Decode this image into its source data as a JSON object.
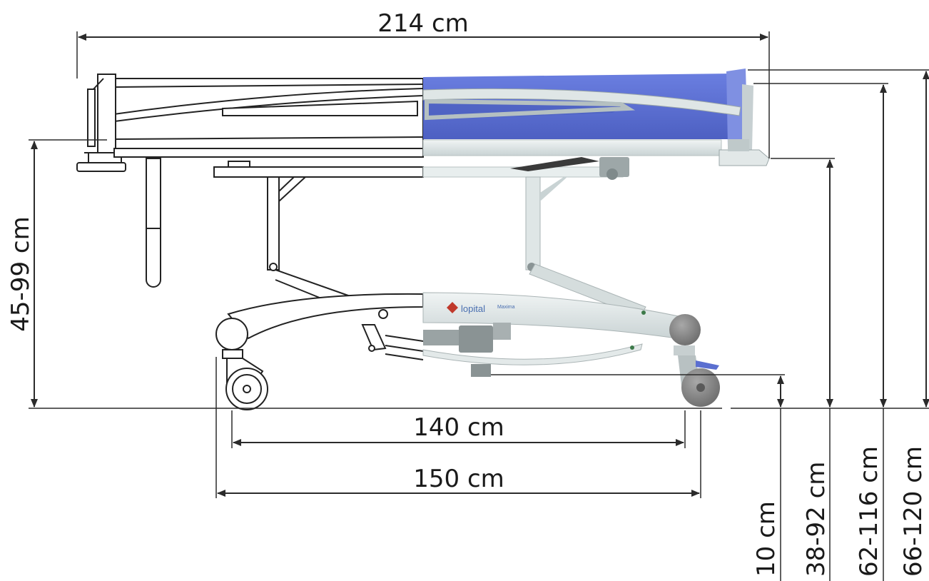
{
  "product": {
    "brand": "lopital",
    "model": "Maxima"
  },
  "dimensions": {
    "overall_length": "214 cm",
    "mattress_height": "45-99 cm",
    "wheelbase_inner": "140 cm",
    "wheelbase_outer": "150 cm",
    "ground_clearance": "10 cm",
    "height_range_1": "38-92 cm",
    "height_range_2": "62-116 cm",
    "height_range_3": "66-120 cm"
  },
  "colors": {
    "mattress_blue": "#5b6fd0",
    "frame_light": "#dfe6e6",
    "frame_shadow": "#aeb9ba",
    "brand_red": "#c0392b",
    "brand_text": "#4a6fb0",
    "wheel_gray": "#8a8a8a"
  }
}
